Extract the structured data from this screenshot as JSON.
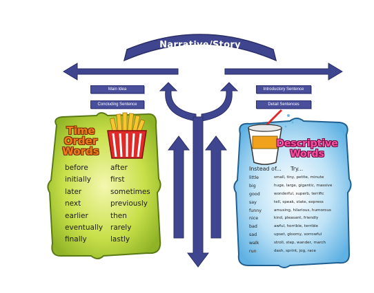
{
  "banner": {
    "title": "Narrative/Story"
  },
  "labels": {
    "main_idea": "Main Idea",
    "concluding_sentence": "Concluding Sentence",
    "introductory_sentence": "Introductory Sentence",
    "detail_sentences": "Detail Sentences"
  },
  "time_order": {
    "title_line1": "Time",
    "title_line2": "Order",
    "title_line3": "Words",
    "left_words": [
      "before",
      "initially",
      "later",
      "next",
      "earlier",
      "eventually",
      "finally"
    ],
    "right_words": [
      "after",
      "first",
      "sometimes",
      "previously",
      "then",
      "rarely",
      "lastly"
    ]
  },
  "descriptive": {
    "title_line1": "Descriptive",
    "title_line2": "Words",
    "instead_header": "Instead of...",
    "try_header": "Try...",
    "instead": [
      "little",
      "big",
      "good",
      "say",
      "funny",
      "nice",
      "bad",
      "sad",
      "walk",
      "run"
    ],
    "try": [
      "small, tiny, petite, minute",
      "huge, large, gigantic, massive",
      "wonderful, superb, terrific",
      "tell, speak, state, express",
      "amusing, hilarious, humorous",
      "kind, pleasant, friendly",
      "awful, horrible, terrible",
      "upset, gloomy, sorrowful",
      "stroll, step, wander, march",
      "dash, sprint, jog, race"
    ]
  },
  "colors": {
    "arrow_blue": "#3f458f",
    "green_panel": "#b7d43a",
    "blue_panel": "#7fc4ec",
    "fries_box": "#e02a2a"
  }
}
